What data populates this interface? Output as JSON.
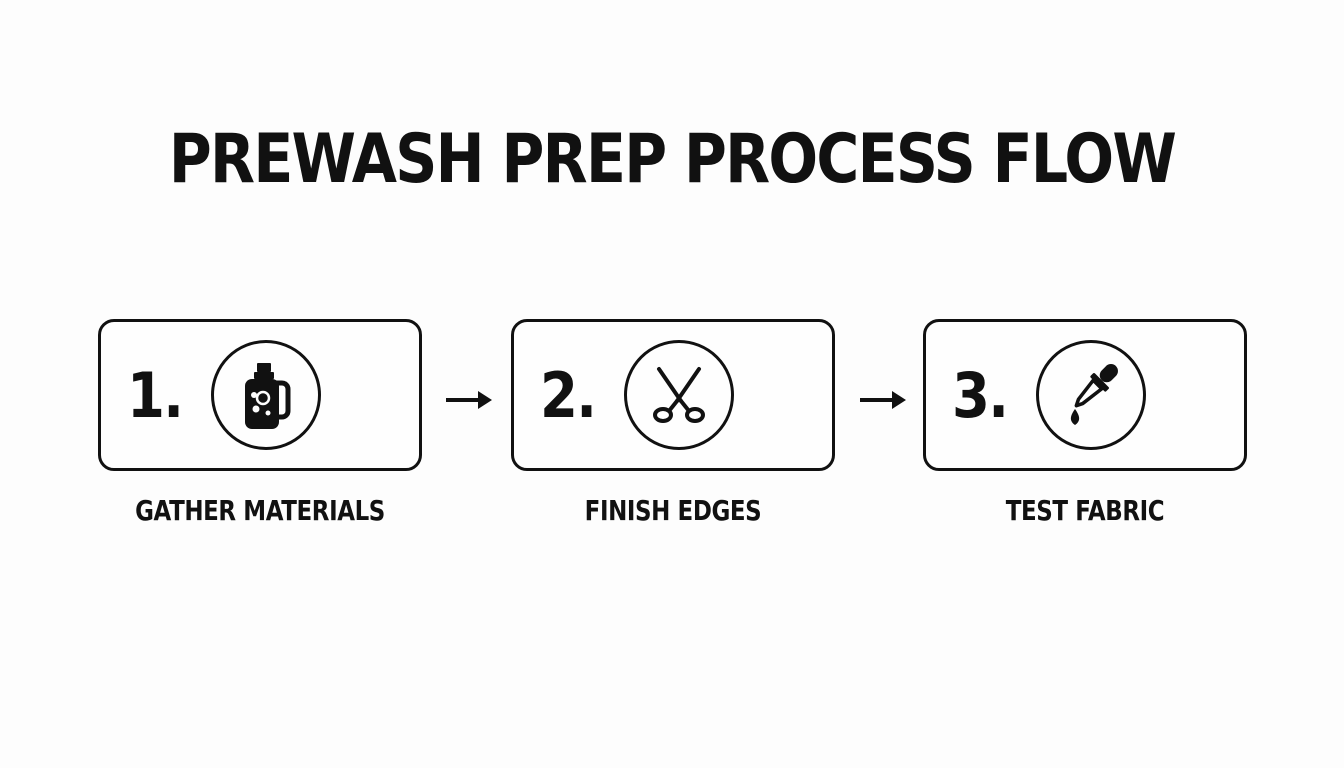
{
  "title": "PREWASH PREP PROCESS FLOW",
  "steps": [
    {
      "number": "1.",
      "label": "GATHER MATERIALS",
      "icon": "detergent-bottle-icon"
    },
    {
      "number": "2.",
      "label": "FINISH EDGES",
      "icon": "scissors-icon"
    },
    {
      "number": "3.",
      "label": "TEST FABRIC",
      "icon": "dropper-icon"
    }
  ],
  "colors": {
    "ink": "#111111",
    "background": "#fdfdfd"
  }
}
